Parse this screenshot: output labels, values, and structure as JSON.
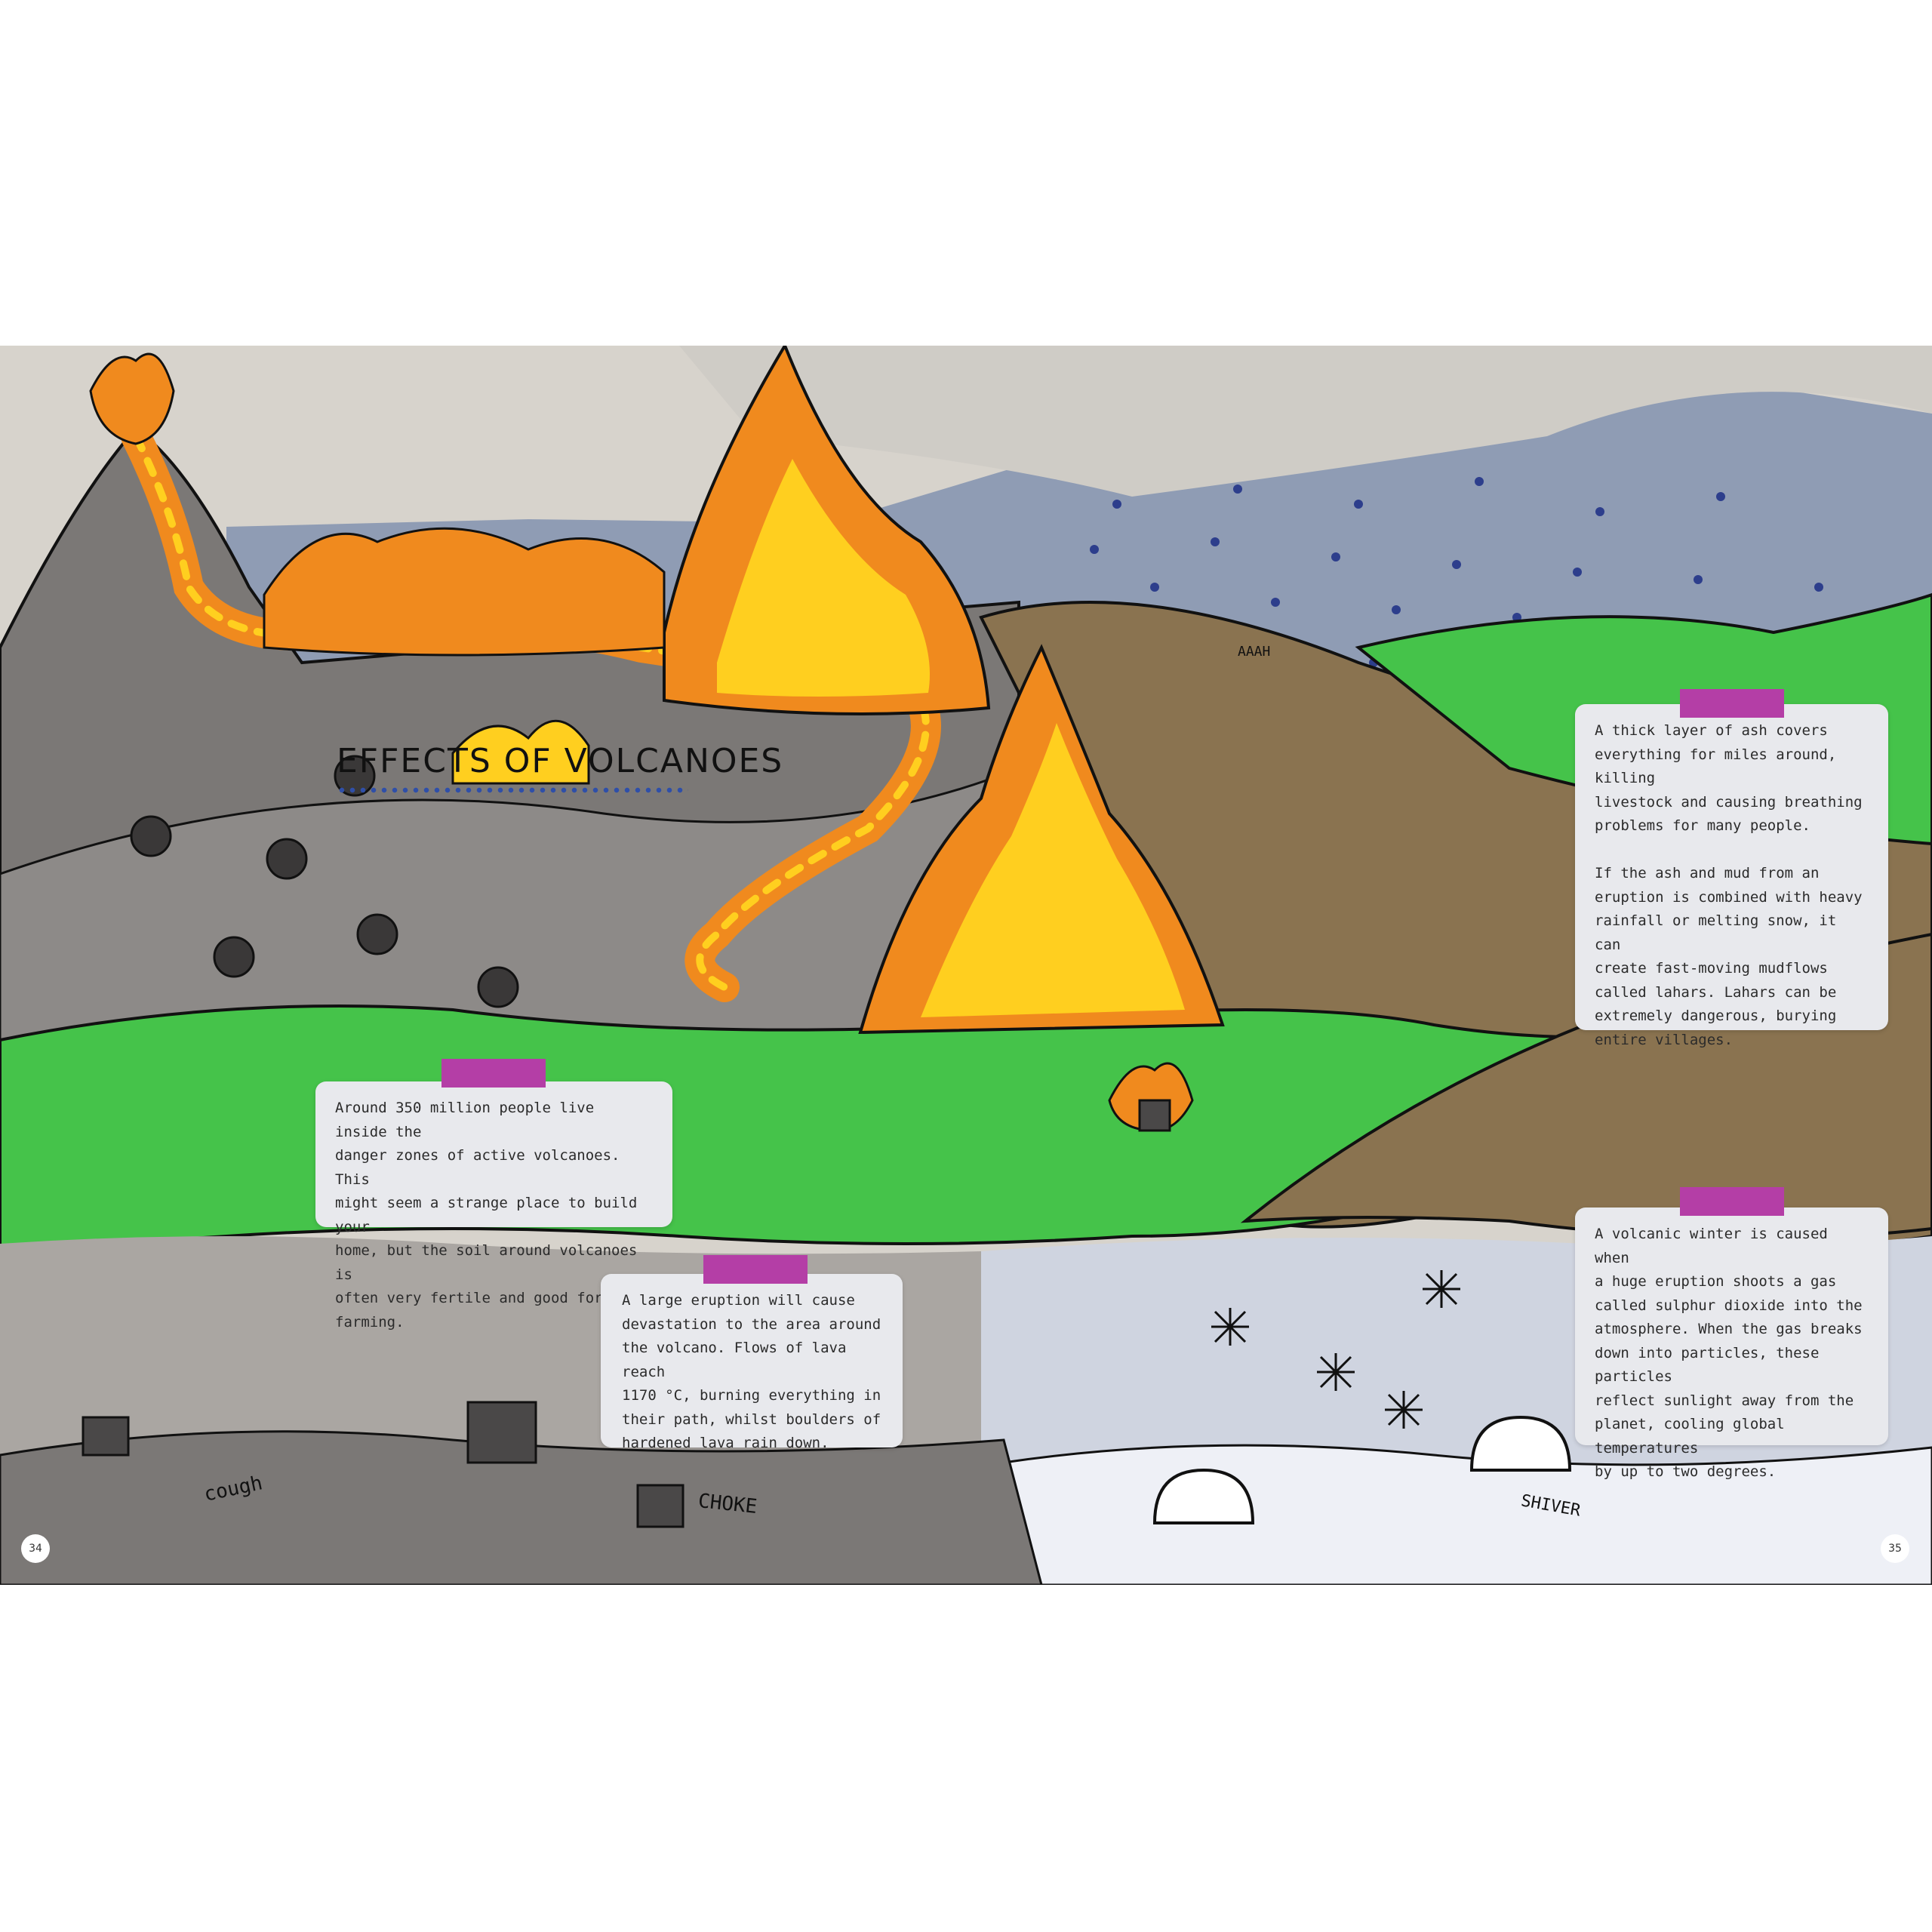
{
  "title": "EFFECTS OF VOLCANOES",
  "cards": {
    "people": "Around 350 million people live inside the\ndanger zones of active volcanoes. This\nmight seem a strange place to build your\nhome, but the soil around volcanoes is\noften very fertile and good for farming.",
    "eruption": "A large eruption will cause\ndevastation to the area around\nthe volcano. Flows of lava reach\n1170 °C, burning everything in\ntheir path, whilst boulders of\nhardened lava rain down.",
    "ash": "A thick layer of ash covers\neverything for miles around, killing\nlivestock and causing breathing\nproblems for many people.\n\nIf the ash and mud from an\neruption is combined with heavy\nrainfall or melting snow, it can\ncreate fast-moving mudflows\ncalled lahars. Lahars can be\nextremely dangerous, burying\nentire villages.",
    "winter": "A volcanic winter is caused when\na huge eruption shoots a gas\ncalled sulphur dioxide into the\natmosphere. When the gas breaks\ndown into particles, these particles\nreflect sunlight away from the\nplanet, cooling global temperatures\nby up to two degrees."
  },
  "sketch_labels": {
    "aaah": "AAAH",
    "cough": "cough",
    "choke": "CHOKE",
    "shiver": "SHIVER"
  },
  "page_numbers": {
    "left": "34",
    "right": "35"
  },
  "colors": {
    "ash_grey": "#8f8c8a",
    "grass": "#45c34a",
    "mud": "#8a7350",
    "sky_blue": "#8f9cb4",
    "lava_orange": "#f08a1e",
    "flame_yellow": "#ffcf1f",
    "tape_magenta": "#b43ea6",
    "rain_blue": "#2d3e8c",
    "snow": "#e6e9f2"
  }
}
